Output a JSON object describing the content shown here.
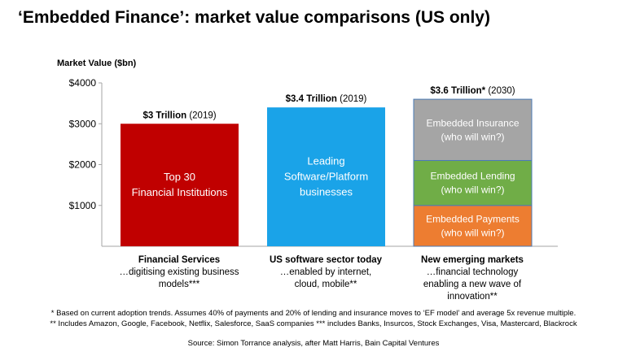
{
  "title": "‘Embedded Finance’: market value comparisons (US only)",
  "chart_data": {
    "type": "bar",
    "ylabel": "Market Value ($bn)",
    "ylim": [
      0,
      4000
    ],
    "yticks": [
      "$1000",
      "$2000",
      "$3000",
      "$4000"
    ],
    "ytick_values": [
      1000,
      2000,
      3000,
      4000
    ],
    "grid": false,
    "bars": [
      {
        "category": "Financial Services",
        "subtitle": "…digitising existing business models***",
        "top_label_bold": "$3 Trillion",
        "top_label_rest": " (2019)",
        "segments": [
          {
            "name": "Top 30 Financial Institutions",
            "lines": [
              "Top 30",
              "Financial Institutions"
            ],
            "value": 3000,
            "color": "#c00000"
          }
        ]
      },
      {
        "category": "US software sector today",
        "subtitle": "…enabled by internet, cloud, mobile**",
        "top_label_bold": "$3.4 Trillion",
        "top_label_rest": " (2019)",
        "segments": [
          {
            "name": "Leading Software/Platform businesses",
            "lines": [
              "Leading",
              "Software/Platform",
              "businesses"
            ],
            "value": 3400,
            "color": "#1aa3e8"
          }
        ]
      },
      {
        "category": "New emerging markets",
        "subtitle": "…financial technology enabling a new wave of innovation**",
        "top_label_bold": "$3.6 Trillion*",
        "top_label_rest": " (2030)",
        "segments": [
          {
            "name": "Embedded Payments",
            "lines": [
              "Embedded Payments",
              "(who will win?)"
            ],
            "value": 1000,
            "color": "#ed7d31"
          },
          {
            "name": "Embedded Lending",
            "lines": [
              "Embedded Lending",
              "(who will win?)"
            ],
            "value": 1100,
            "color": "#70ad47"
          },
          {
            "name": "Embedded Insurance",
            "lines": [
              "Embedded Insurance",
              "(who will win?)"
            ],
            "value": 1500,
            "color": "#a5a5a5"
          }
        ]
      }
    ]
  },
  "categories_text": [
    {
      "title": "Financial Services",
      "sub1": "…digitising existing business",
      "sub2": "models***",
      "sub3": ""
    },
    {
      "title": "US software sector today",
      "sub1": "…enabled by internet,",
      "sub2": "cloud, mobile**",
      "sub3": ""
    },
    {
      "title": "New emerging markets",
      "sub1": "…financial technology",
      "sub2": "enabling a new wave of",
      "sub3": "innovation**"
    }
  ],
  "footnote1": "* Based on current adoption trends. Assumes 40% of payments and 20% of lending and insurance moves to ‘EF model’ and average 5x revenue multiple.",
  "footnote2": "** Includes Amazon, Google, Facebook, Netflix, Salesforce, SaaS companies  *** includes Banks, Insurcos, Stock Exchanges, Visa, Mastercard, Blackrock",
  "source": "Source: Simon Torrance analysis, after Matt Harris, Bain Capital Ventures"
}
